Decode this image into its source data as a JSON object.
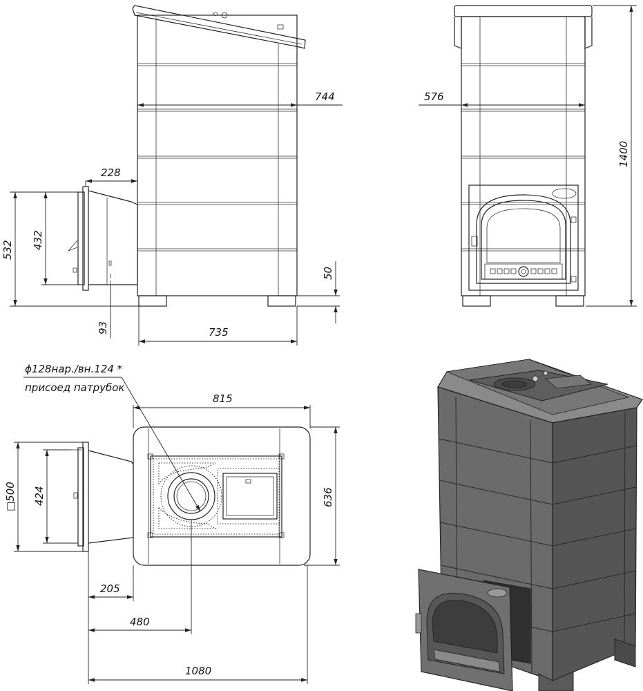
{
  "dimensions": {
    "side_top_width": "744",
    "front_top_width": "576",
    "total_height": "1400",
    "door_depth": "228",
    "side_height_532": "532",
    "side_height_432": "432",
    "legs_height": "50",
    "chimney_offset": "93",
    "base_width": "735",
    "plan_width": "815",
    "plan_depth": "636",
    "chamber_square": "□500",
    "door_width_plan": "424",
    "door_offset_plan": "205",
    "flue_offset": "480",
    "total_length": "1080"
  },
  "annotations": {
    "flue_spec": "ϕ128нар./вн.124 *",
    "flue_note": "присоед патрубок"
  },
  "colors": {
    "line": "#222222",
    "body_fill": "#6b6b6b",
    "body_dark": "#4a4a4a",
    "body_light": "#8a8a8a"
  }
}
